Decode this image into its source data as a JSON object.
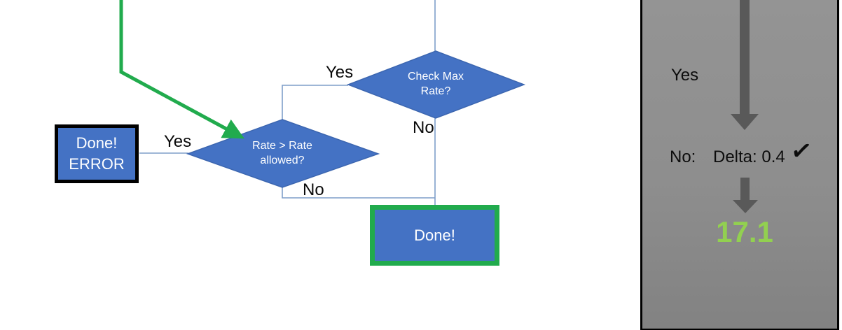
{
  "colors": {
    "shape_blue": "#4472C4",
    "shape_border": "#3C66B0",
    "connector_blue": "#7F9EC9",
    "green": "#21AB4D",
    "light_green": "#92D050",
    "arrow_gray": "#595959"
  },
  "flowchart": {
    "decision_check_max": {
      "label": "Check Max\nRate?",
      "yes": "Yes",
      "no": "No"
    },
    "decision_rate_allowed": {
      "label": "Rate > Rate\nallowed?",
      "yes": "Yes",
      "no": "No"
    },
    "done_error": {
      "label": "Done!\nERROR"
    },
    "done": {
      "label": "Done!"
    }
  },
  "side_panel": {
    "yes_label": "Yes",
    "no_label": "No:",
    "delta_value": "Delta: 0.4",
    "check_icon": "✓",
    "result_value": "17.1"
  }
}
